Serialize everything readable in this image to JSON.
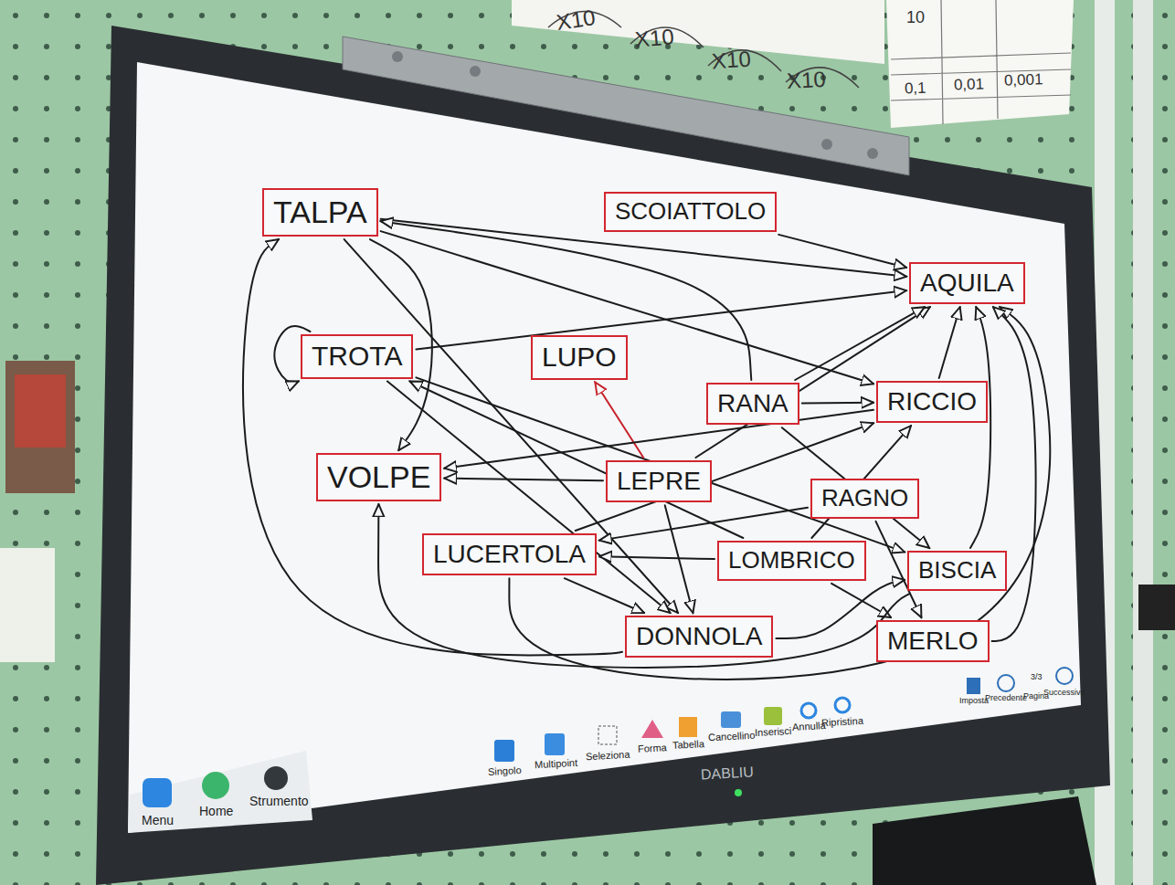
{
  "diagram": {
    "nodes": [
      {
        "text": [
          "TALPA"
        ]
      },
      {
        "text": [
          "SCOIATTOLO"
        ]
      },
      {
        "text": [
          "AQUILA"
        ]
      },
      {
        "text": [
          "TROTA"
        ]
      },
      {
        "text": [
          "LUPO"
        ]
      },
      {
        "text": [
          "RANA"
        ]
      },
      {
        "text": [
          "RICCIO"
        ]
      },
      {
        "text": [
          "VOLPE"
        ]
      },
      {
        "text": [
          "LEPRE"
        ]
      },
      {
        "text": [
          "RAGNO"
        ]
      },
      {
        "text": [
          "LUCERTOLA"
        ]
      },
      {
        "text": [
          "LOMBRICO"
        ]
      },
      {
        "text": [
          "BISCIA"
        ]
      },
      {
        "text": [
          "DONNOLA"
        ]
      },
      {
        "text": [
          "MERLO"
        ]
      }
    ],
    "edges": [
      {
        "from": 1,
        "to": 2,
        "arrow": "to"
      },
      {
        "from": 0,
        "to": 2,
        "arrow": "to"
      },
      {
        "from": 0,
        "to": 7,
        "arrow": "to"
      },
      {
        "from": 0,
        "to": 13,
        "arrow": "to"
      },
      {
        "from": 0,
        "to": 6,
        "arrow": "to"
      },
      {
        "from": 5,
        "to": 0,
        "arrow": "to"
      },
      {
        "from": 13,
        "to": 0,
        "arrow": "to"
      },
      {
        "from": 3,
        "to": 3,
        "arrow": "to"
      },
      {
        "from": 3,
        "to": 2,
        "arrow": "to"
      },
      {
        "from": 3,
        "to": 13,
        "arrow": "to"
      },
      {
        "from": 3,
        "to": 12,
        "arrow": "to"
      },
      {
        "from": 8,
        "to": 4,
        "arrow": "to"
      },
      {
        "from": 8,
        "to": 7,
        "arrow": "to"
      },
      {
        "from": 8,
        "to": 2,
        "arrow": "to"
      },
      {
        "from": 8,
        "to": 13,
        "arrow": "to"
      },
      {
        "from": 5,
        "to": 6,
        "arrow": "to"
      },
      {
        "from": 5,
        "to": 12,
        "arrow": "to"
      },
      {
        "from": 6,
        "to": 7,
        "arrow": "to"
      },
      {
        "from": 6,
        "to": 2,
        "arrow": "to"
      },
      {
        "from": 10,
        "to": 6,
        "arrow": "to"
      },
      {
        "from": 10,
        "to": 13,
        "arrow": "to"
      },
      {
        "from": 10,
        "to": 2,
        "arrow": "to"
      },
      {
        "from": 11,
        "to": 10,
        "arrow": "to"
      },
      {
        "from": 9,
        "to": 10,
        "arrow": "to"
      },
      {
        "from": 9,
        "to": 14,
        "arrow": "to"
      },
      {
        "from": 11,
        "to": 14,
        "arrow": "to"
      },
      {
        "from": 12,
        "to": 2,
        "arrow": "to"
      },
      {
        "from": 14,
        "to": 2,
        "arrow": "to"
      },
      {
        "from": 13,
        "to": 12,
        "arrow": "to"
      },
      {
        "from": 12,
        "to": 7,
        "arrow": "to"
      },
      {
        "from": 11,
        "to": 3,
        "arrow": "to"
      },
      {
        "from": 11,
        "to": 6,
        "arrow": "to"
      },
      {
        "from": 5,
        "to": 2,
        "arrow": "to"
      }
    ],
    "labels": [
      "X10",
      "X10",
      "X10",
      "X10",
      "10",
      "0,1",
      "0,01",
      "0,001",
      "Menu",
      "Home",
      "Strumento",
      "Singolo",
      "Multipoint",
      "Seleziona",
      "Forma",
      "Tabella",
      "Cancellino",
      "Inserisci",
      "Annulla",
      "Ripristina",
      "Imposta",
      "Precedente",
      "3/3",
      "Pagina",
      "Successivo",
      "DABLIU"
    ]
  }
}
